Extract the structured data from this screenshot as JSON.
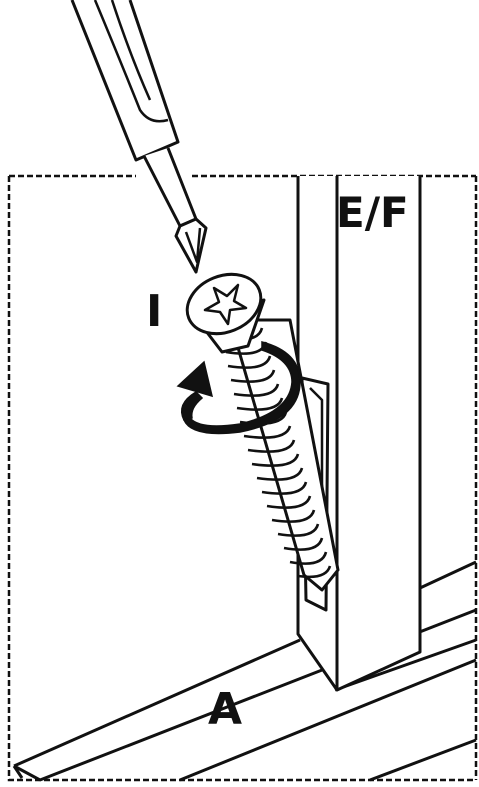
{
  "labels": {
    "part_rail": "A",
    "part_post": "E/F",
    "part_screw": "I"
  },
  "colors": {
    "ink": "#111111",
    "paper": "#ffffff"
  },
  "icons": {
    "screwdriver": "screwdriver-icon",
    "screw": "screw-icon",
    "rotation": "rotate-clockwise-arrow-icon"
  }
}
